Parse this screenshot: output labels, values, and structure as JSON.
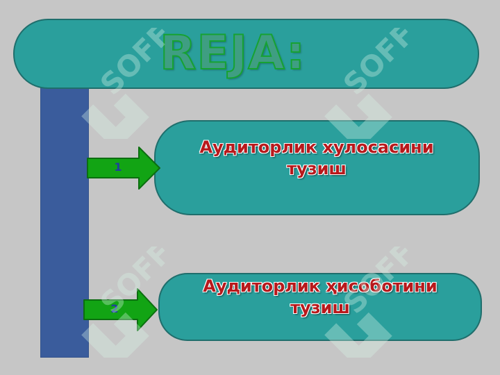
{
  "slide": {
    "title": "REJA:",
    "items": [
      {
        "number": "1",
        "text_line1": "Аудиторлик хулосасини",
        "text_line2": "тузиш"
      },
      {
        "number": "2",
        "text_line1": "Аудиторлик ҳисоботини",
        "text_line2": "тузиш"
      }
    ]
  },
  "watermark": {
    "text": "SOFF"
  },
  "colors": {
    "background": "#c6c6c6",
    "teal_box": "#2a9f9c",
    "box_border": "#1f6e6c",
    "vertical_bar": "#3a5c9c",
    "arrow_green": "#12a414",
    "item_text": "#b8191c",
    "title_outline": "#16a232",
    "arrow_number": "#1f3fa0",
    "watermark": "#d9f5e8"
  }
}
